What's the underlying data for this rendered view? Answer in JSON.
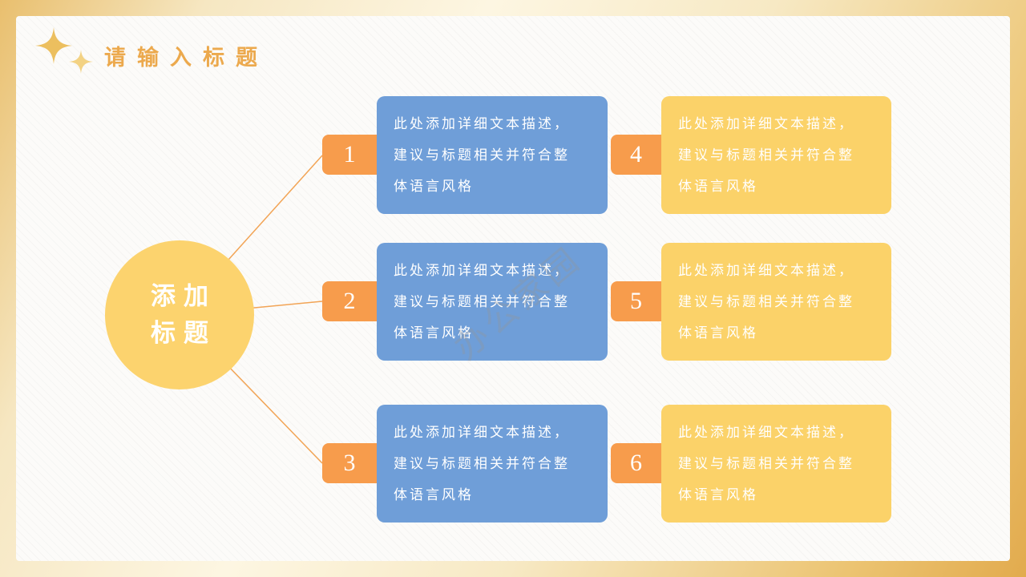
{
  "header": {
    "title": "请输入标题",
    "title_color": "#eca94d"
  },
  "diagram": {
    "center_node": {
      "lines": [
        "添加",
        "标题"
      ],
      "color": "#fcd36e"
    },
    "watermark": "办公家园",
    "items": [
      {
        "number": "1",
        "variant": "blue",
        "lines": [
          "此处添加详细文本描述，",
          "建议与标题相关并符合整",
          "体语言风格"
        ]
      },
      {
        "number": "2",
        "variant": "blue",
        "lines": [
          "此处添加详细文本描述，",
          "建议与标题相关并符合整",
          "体语言风格"
        ]
      },
      {
        "number": "3",
        "variant": "blue",
        "lines": [
          "此处添加详细文本描述，",
          "建议与标题相关并符合整",
          "体语言风格"
        ]
      },
      {
        "number": "4",
        "variant": "yellow",
        "lines": [
          "此处添加详细文本描述，",
          "建议与标题相关并符合整",
          "体语言风格"
        ]
      },
      {
        "number": "5",
        "variant": "yellow",
        "lines": [
          "此处添加详细文本描述，",
          "建议与标题相关并符合整",
          "体语言风格"
        ]
      },
      {
        "number": "6",
        "variant": "yellow",
        "lines": [
          "此处添加详细文本描述，",
          "建议与标题相关并符合整",
          "体语言风格"
        ]
      }
    ],
    "colors": {
      "blue_card": "#6f9ed8",
      "yellow_card": "#fbd269",
      "number_tag": "#f79c4c",
      "connector_line": "#f2a455",
      "card_text": "#ffffff"
    }
  }
}
